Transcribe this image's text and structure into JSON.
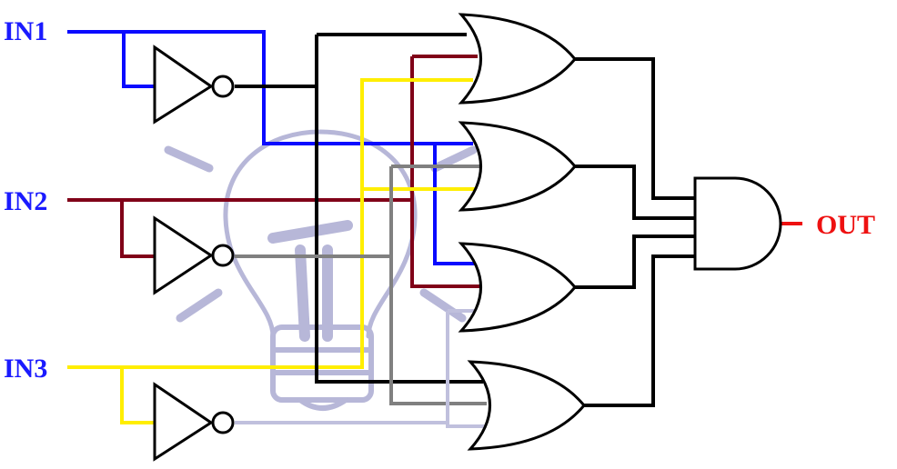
{
  "diagram": {
    "labels": {
      "in1": "IN1",
      "in2": "IN2",
      "in3": "IN3",
      "out": "OUT"
    },
    "colors": {
      "input_label": "#1a1aff",
      "output_label": "#ee1111",
      "in1_wire": "#0a0aff",
      "in2_wire": "#800018",
      "in3_wire": "#ffee00",
      "not1_wire": "#000000",
      "not2_wire": "#808080",
      "not3_wire": "#c0c0dd",
      "output_wire": "#ee1111",
      "watermark": "#b4b4d6"
    },
    "components": {
      "not_gates": 3,
      "or_gates": 4,
      "and_gates": 1
    },
    "watermark": "lightbulb-icon"
  }
}
